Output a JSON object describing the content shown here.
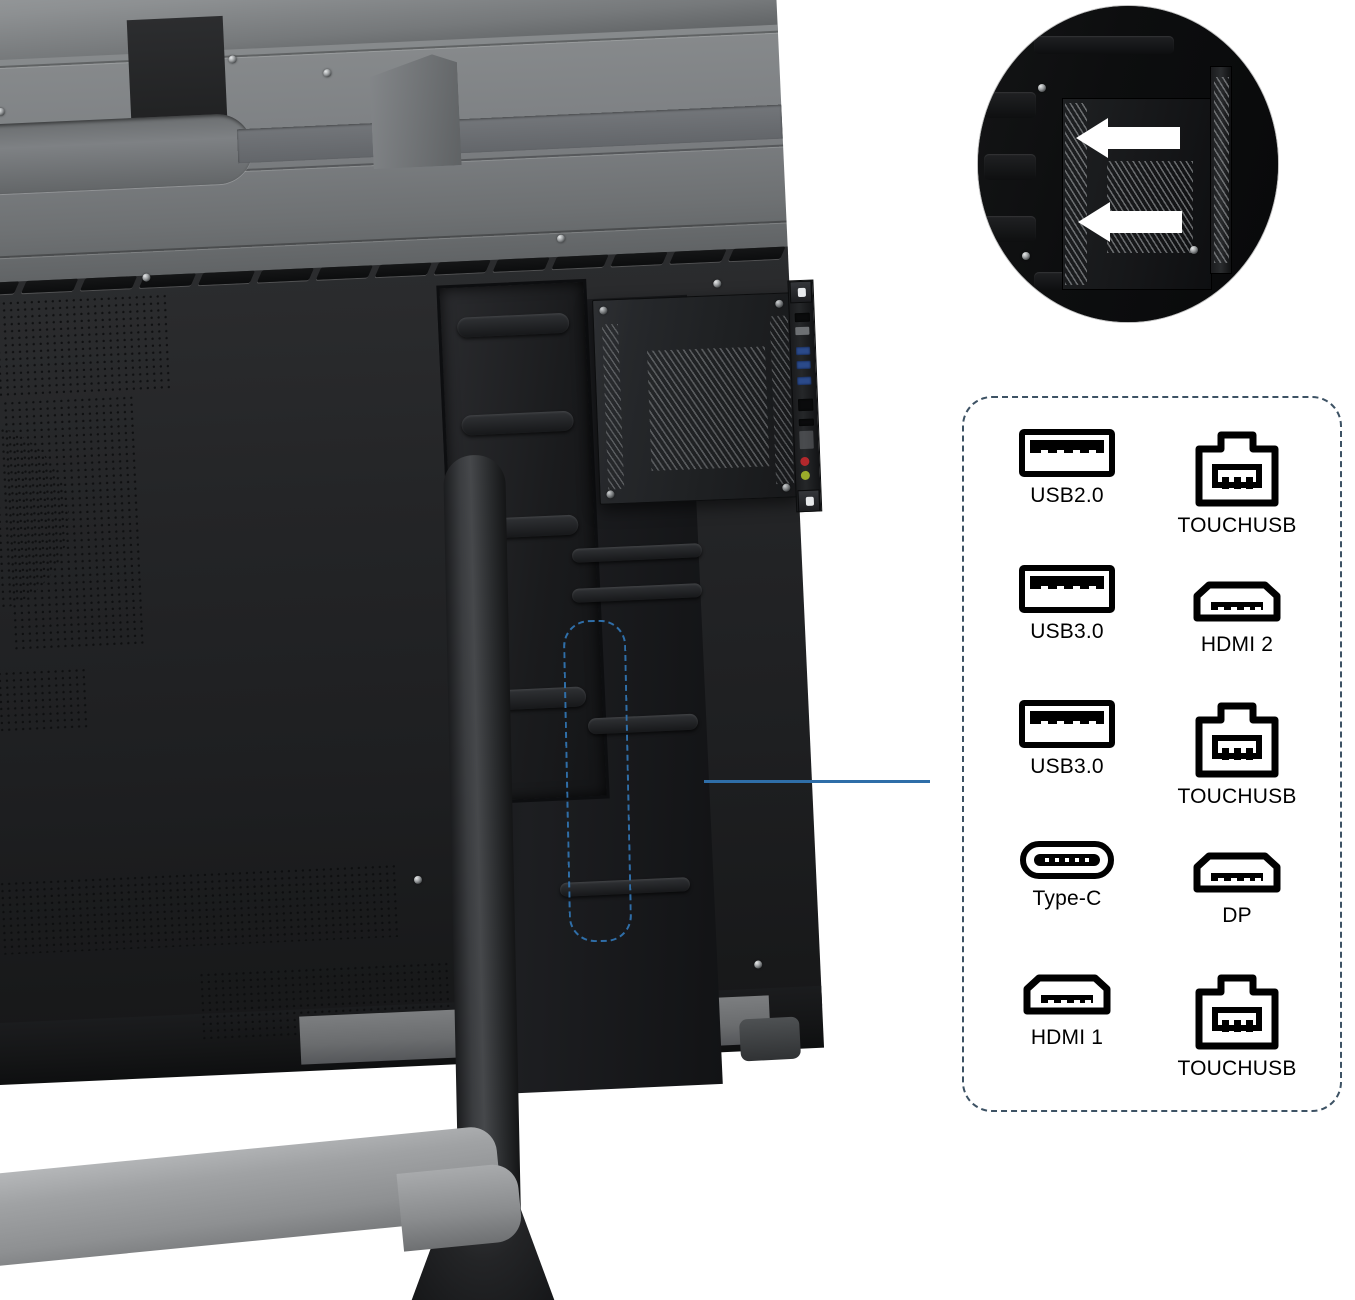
{
  "scene": {
    "subject": "interactive-flat-panel-display-rear-view-with-ops-pc-module",
    "background_color": "#ffffff",
    "accent_color": "#2f6ea8",
    "legend_border_color": "#3d5264"
  },
  "detail_inset": {
    "name": "ops-slot-insertion-detail",
    "shape": "circle",
    "arrow_count": 2,
    "arrow_direction": "left",
    "arrow_color": "#ffffff",
    "meaning": "slide OPS module into slot"
  },
  "callout": {
    "highlight_shape": "rounded-dashed-rectangle",
    "color": "#2f6ea8",
    "target": "side-port-strip"
  },
  "legend": {
    "title": "",
    "columns": 2,
    "rows": 5,
    "ports": [
      {
        "icon": "usb-a-icon",
        "label": "USB2.0",
        "column": "left",
        "row": 1
      },
      {
        "icon": "rj45-icon",
        "label": "TOUCHUSB",
        "column": "right",
        "row": 1
      },
      {
        "icon": "usb-a-icon",
        "label": "USB3.0",
        "column": "left",
        "row": 2
      },
      {
        "icon": "hdmi-icon",
        "label": "HDMI 2",
        "column": "right",
        "row": 2
      },
      {
        "icon": "usb-a-icon",
        "label": "USB3.0",
        "column": "left",
        "row": 3
      },
      {
        "icon": "rj45-icon",
        "label": "TOUCHUSB",
        "column": "right",
        "row": 3
      },
      {
        "icon": "usb-c-icon",
        "label": "Type-C",
        "column": "left",
        "row": 4
      },
      {
        "icon": "displayport-icon",
        "label": "DP",
        "column": "right",
        "row": 4
      },
      {
        "icon": "hdmi-icon",
        "label": "HDMI 1",
        "column": "left",
        "row": 5
      },
      {
        "icon": "rj45-icon",
        "label": "TOUCHUSB",
        "column": "right",
        "row": 5
      }
    ]
  },
  "ops_io_panel": {
    "name": "ops-rear-io",
    "port_colors": {
      "usb3": "#2b4a8a",
      "audio_mic": "#b2282c",
      "audio_out": "#9aab2a"
    }
  }
}
